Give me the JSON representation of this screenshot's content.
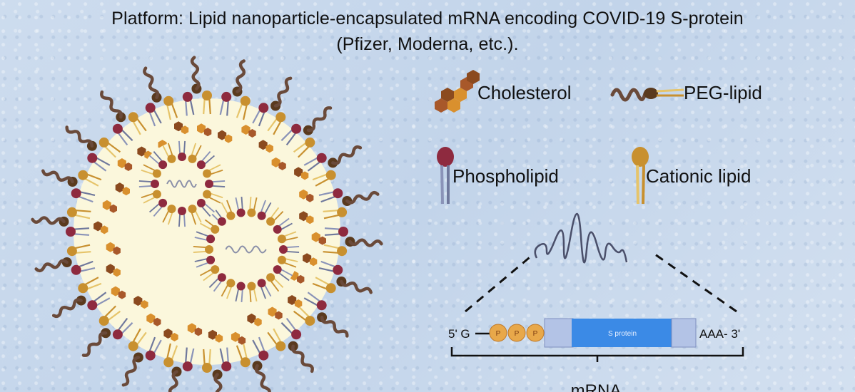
{
  "title": {
    "line1": "Platform: Lipid nanoparticle-encapsulated mRNA encoding COVID-19 S-protein",
    "line2": "(Pfizer, Moderna, etc.)."
  },
  "legend": {
    "cholesterol": "Cholesterol",
    "peg_lipid": "PEG-lipid",
    "phospholipid": "Phospholipid",
    "cationic_lipid": "Cationic lipid"
  },
  "mrna": {
    "five_prime": "5' G",
    "cap_labels": [
      "P",
      "P",
      "P"
    ],
    "coding_label": "S protein",
    "three_prime": "AAA- 3'",
    "bracket_label": "mRNA"
  },
  "colors": {
    "cholesterol_dark": "#8b4a1f",
    "cholesterol_light": "#d9902e",
    "phospholipid_head": "#8e2a3f",
    "phospholipid_tail": "#8a93b8",
    "cationic_head": "#c8902f",
    "cationic_tail": "#e6c46a",
    "peg_chain": "#6a4a3a",
    "peg_head": "#5a3a1e",
    "core_fill": "#fbf7dc",
    "coding_region": "#3b8ae6",
    "utr_region": "#b3c3e6",
    "cap_fill": "#e8a84a"
  }
}
